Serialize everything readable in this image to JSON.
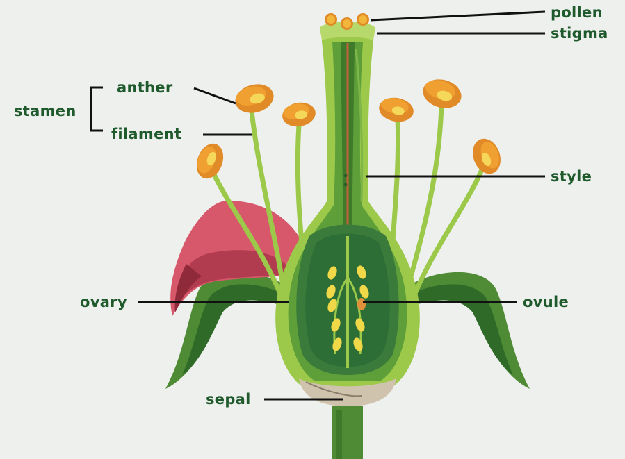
{
  "labels": {
    "pollen": "pollen",
    "stigma": "stigma",
    "anther": "anther",
    "stamen": "stamen",
    "filament": "filament",
    "style": "style",
    "ovary": "ovary",
    "ovule": "ovule",
    "sepal": "sepal"
  },
  "colors": {
    "label_text": "#1f5a2c",
    "leader_line": "#111111",
    "background": "#eef0ee",
    "petal": "#d7576b",
    "anther": "#f0a030",
    "pollen": "#f2b73a",
    "ovary_inner": "#2c6e35",
    "ovule": "#f0d848",
    "filament": "#9cc94a",
    "stem": "#4f8a35"
  }
}
